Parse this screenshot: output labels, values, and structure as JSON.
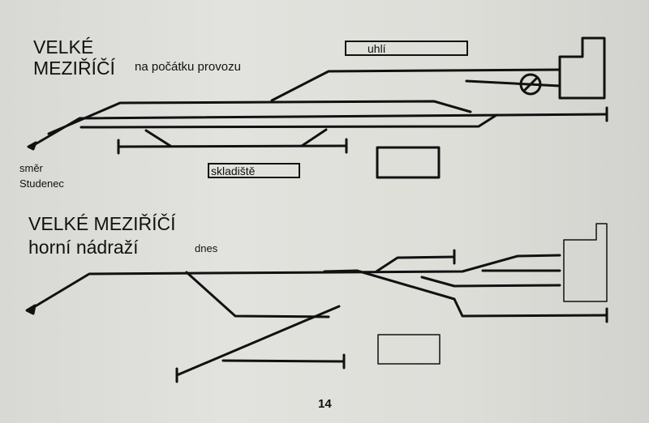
{
  "top": {
    "title_line1": "VELKÉ",
    "title_line2": "MEZIŘÍČÍ",
    "subtitle": "na počátku provozu",
    "label_uhli": "uhlí",
    "label_skladiste": "skladiště",
    "direction_line1": "směr",
    "direction_line2": "Studenec"
  },
  "bottom": {
    "title_line1": "VELKÉ MEZIŘÍČÍ",
    "title_line2": "horní nádraží",
    "subtitle": "dnes"
  },
  "page_number": "14",
  "colors": {
    "line": "#111111",
    "paper": "#dedeDA"
  }
}
